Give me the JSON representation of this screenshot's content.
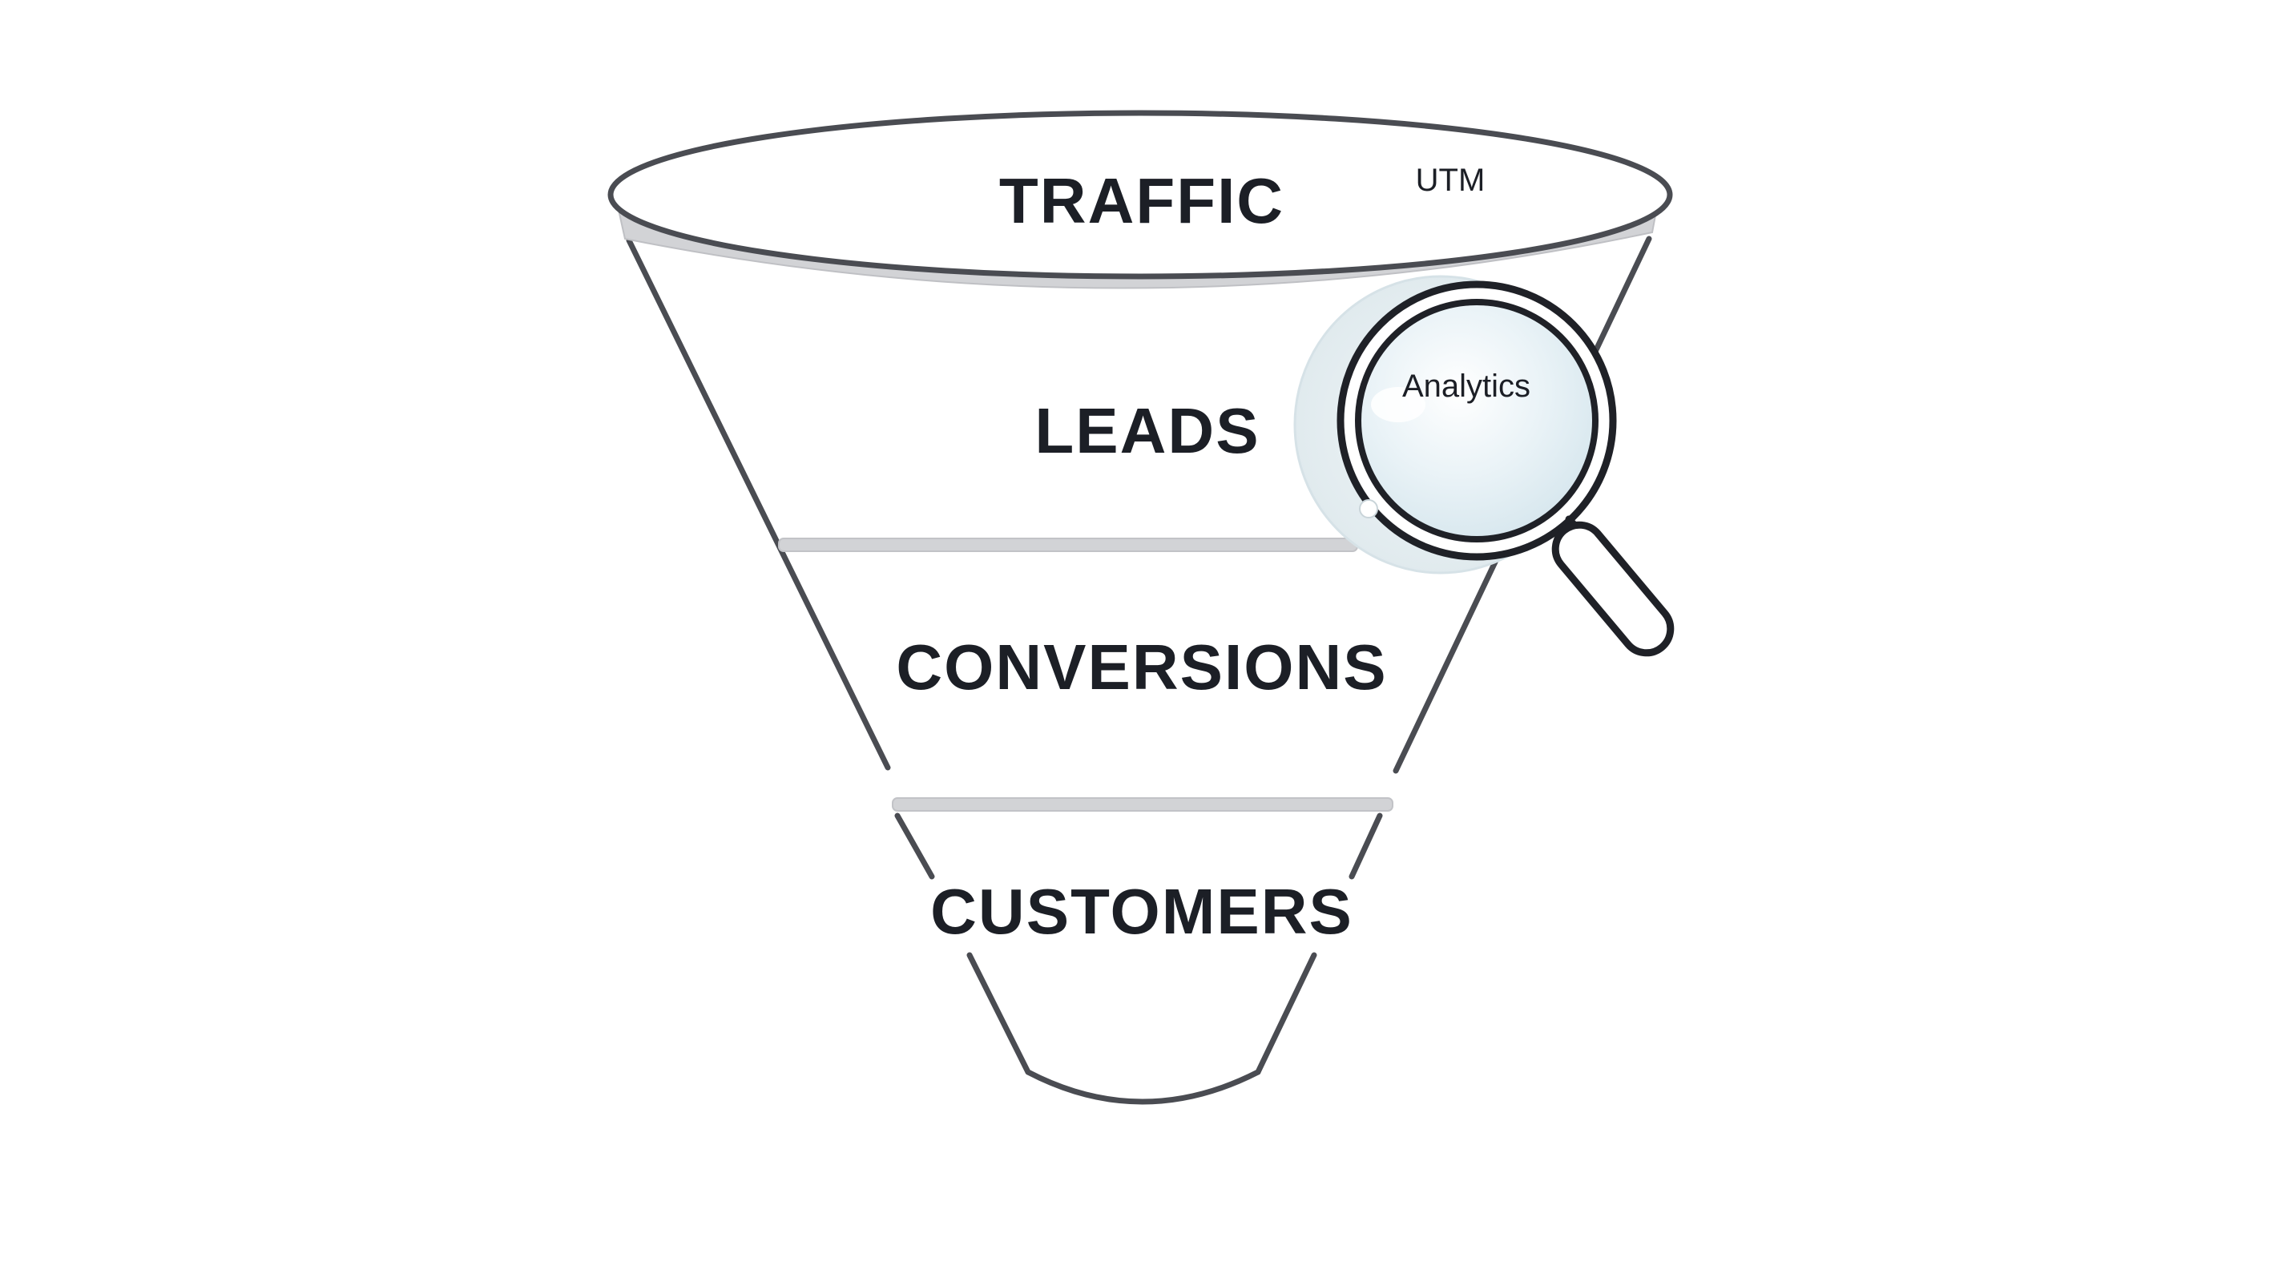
{
  "diagram": {
    "stages": [
      {
        "id": "traffic",
        "label": "TRAFFIC"
      },
      {
        "id": "leads",
        "label": "LEADS"
      },
      {
        "id": "conversions",
        "label": "CONVERSIONS"
      },
      {
        "id": "customers",
        "label": "CUSTOMERS"
      }
    ],
    "annotations": {
      "utm": "UTM",
      "analytics": "Analytics"
    },
    "magnifier_icon": "magnifying-glass-icon",
    "colors": {
      "outline": "#4a4c52",
      "band": "#d2d3d6",
      "text": "#1c1f26",
      "lens": "#e6f1f6",
      "background": "#ffffff"
    }
  }
}
